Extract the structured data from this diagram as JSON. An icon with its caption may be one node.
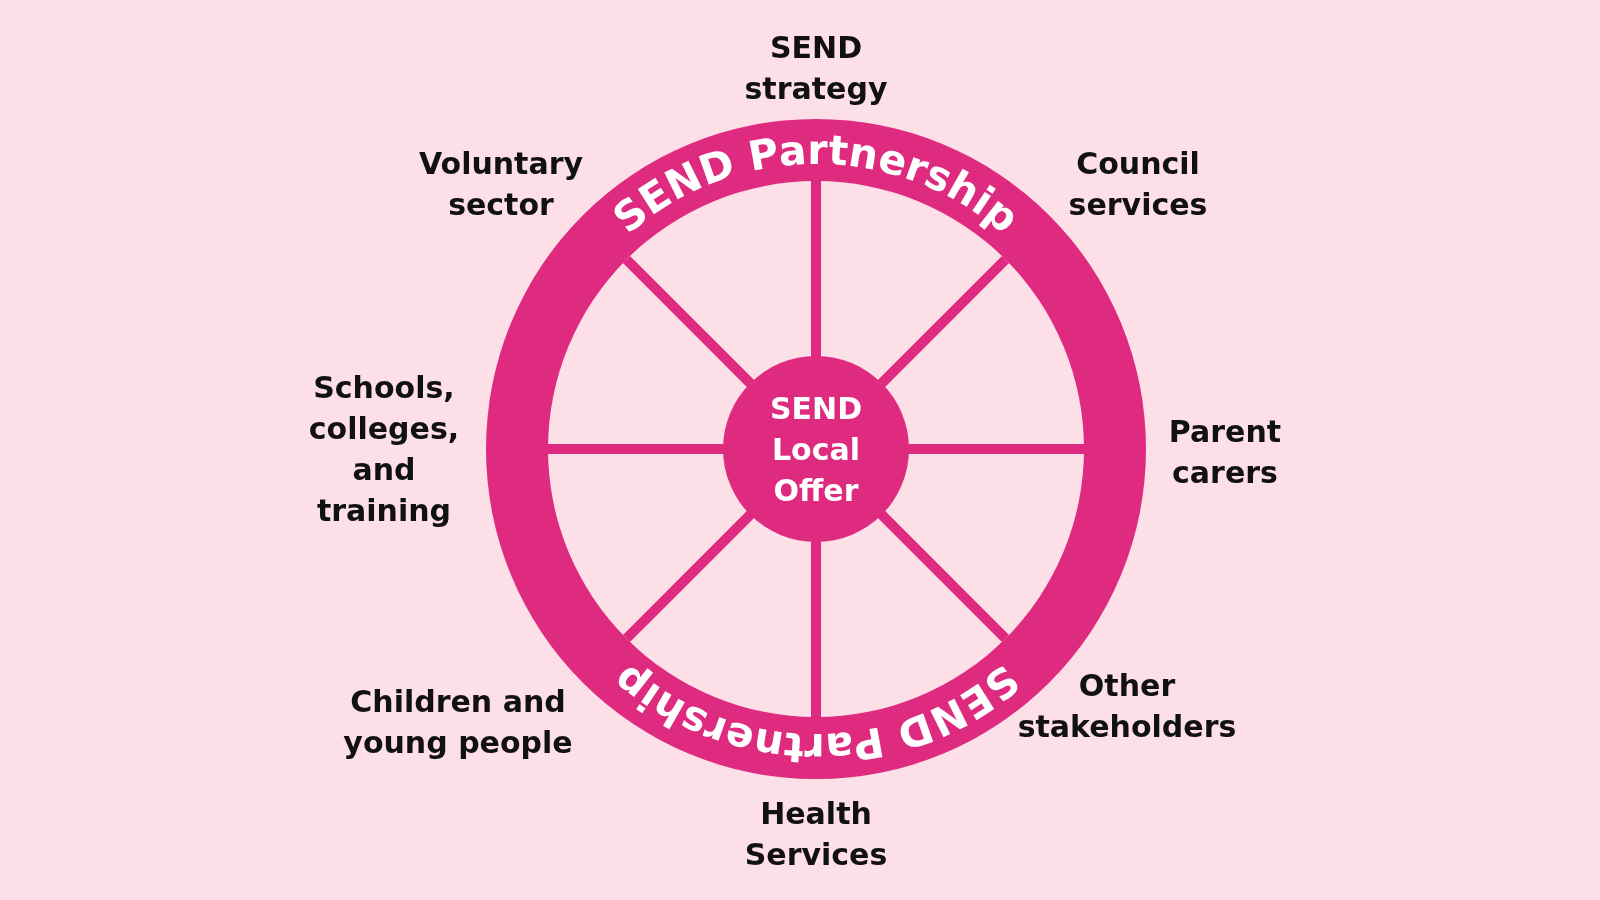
{
  "diagram": {
    "nodes": [
      {
        "text": [
          "SEND Partnership",
          "SEND Partnership"
        ]
      },
      {
        "text": [
          "SEND Local Offer"
        ],
        "in": 0
      }
    ],
    "labels": [
      "SEND strategy",
      "Voluntary sector",
      "Council services",
      "Schools, colleges, and training",
      "Parent carers",
      "Children and young people",
      "Other stakeholders",
      "Health Services"
    ]
  }
}
